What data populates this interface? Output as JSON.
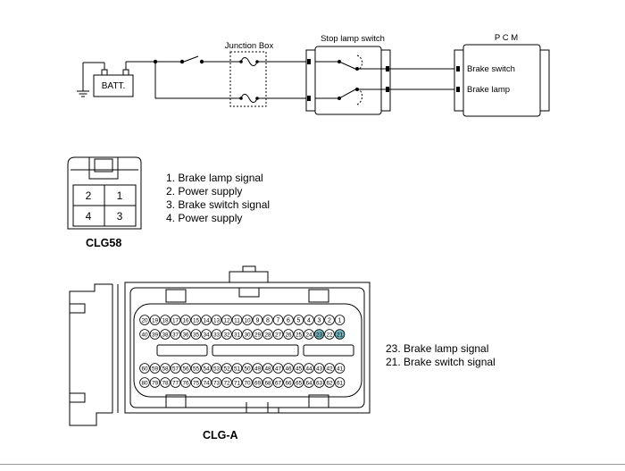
{
  "schematic": {
    "battery_label": "BATT.",
    "junction_box_label": "Junction Box",
    "stop_lamp_switch_label": "Stop lamp switch",
    "pcm_label": "P C M",
    "pcm_pins": [
      "Brake switch",
      "Brake lamp"
    ]
  },
  "clg58": {
    "title": "CLG58",
    "pins": [
      "2",
      "1",
      "4",
      "3"
    ],
    "legend": [
      "1. Brake lamp signal",
      "2. Power supply",
      "3. Brake switch signal",
      "4. Power supply"
    ]
  },
  "clga": {
    "title": "CLG-A",
    "rows": [
      [
        "20",
        "19",
        "18",
        "17",
        "16",
        "15",
        "14",
        "13",
        "12",
        "11",
        "10",
        "9",
        "8",
        "7",
        "6",
        "5",
        "4",
        "3",
        "2",
        "1"
      ],
      [
        "40",
        "39",
        "38",
        "37",
        "36",
        "35",
        "34",
        "33",
        "32",
        "31",
        "30",
        "29",
        "28",
        "27",
        "26",
        "25",
        "24",
        "23",
        "22",
        "21"
      ],
      [
        "60",
        "59",
        "58",
        "57",
        "56",
        "55",
        "54",
        "53",
        "52",
        "51",
        "50",
        "49",
        "48",
        "47",
        "46",
        "45",
        "44",
        "43",
        "42",
        "41"
      ],
      [
        "80",
        "79",
        "78",
        "77",
        "76",
        "75",
        "74",
        "73",
        "72",
        "71",
        "70",
        "69",
        "68",
        "67",
        "66",
        "65",
        "64",
        "63",
        "62",
        "61"
      ]
    ],
    "highlighted_pins": [
      "23",
      "21"
    ],
    "highlight_color": "#6fb0b8",
    "legend": [
      "23. Brake lamp signal",
      "21. Brake switch signal"
    ]
  }
}
